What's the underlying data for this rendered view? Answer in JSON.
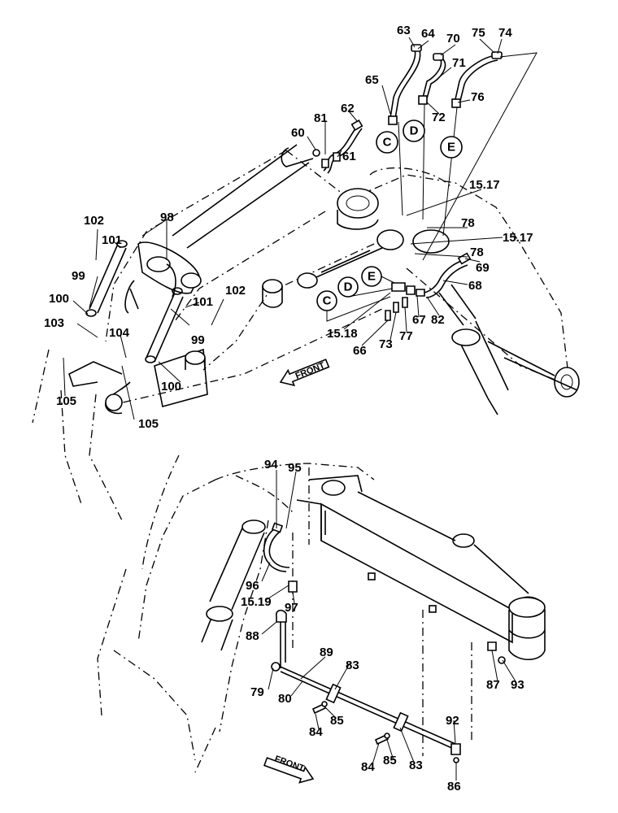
{
  "callouts": {
    "c63": "63",
    "c64": "64",
    "c70": "70",
    "c75": "75",
    "c74": "74",
    "c71": "71",
    "c65": "65",
    "c72": "72",
    "c76": "76",
    "c62": "62",
    "c81": "81",
    "c60": "60",
    "c61": "61",
    "c15_17a": "15.17",
    "c78a": "78",
    "c15_17b": "15.17",
    "c78b": "78",
    "c69": "69",
    "c68": "68",
    "c102a": "102",
    "c98": "98",
    "c101a": "101",
    "c99a": "99",
    "c101b": "101",
    "c102b": "102",
    "c100a": "100",
    "c103": "103",
    "c104": "104",
    "c99b": "99",
    "c100b": "100",
    "c105a": "105",
    "c105b": "105",
    "c67": "67",
    "c82": "82",
    "c15_18": "15.18",
    "c66": "66",
    "c73": "73",
    "c77": "77",
    "c94": "94",
    "c95": "95",
    "c96": "96",
    "c15_19": "15.19",
    "c97": "97",
    "c88": "88",
    "c89": "89",
    "c83a": "83",
    "c79": "79",
    "c80": "80",
    "c85a": "85",
    "c84a": "84",
    "c87": "87",
    "c93": "93",
    "c92": "92",
    "c84b": "84",
    "c85b": "85",
    "c83b": "83",
    "c86": "86"
  },
  "markers": {
    "top_c": "C",
    "top_d": "D",
    "top_e": "E",
    "mid_c": "C",
    "mid_d": "D",
    "mid_e": "E"
  },
  "arrows": {
    "front_top": "FRONT",
    "front_bottom": "FRONT"
  }
}
